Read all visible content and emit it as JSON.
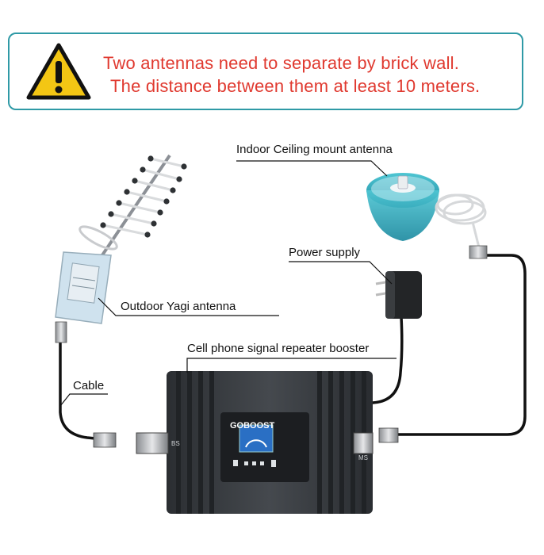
{
  "warning": {
    "line1": "Two antennas need to separate by brick wall.",
    "line2": "The distance between them at least 10 meters.",
    "icon": "warning-triangle-icon",
    "text_color": "#e0392f",
    "border_color": "#2f9aa6"
  },
  "labels": {
    "indoor_antenna": "Indoor Ceiling mount antenna",
    "power_supply": "Power supply",
    "outdoor_antenna": "Outdoor Yagi  antenna",
    "booster": "Cell phone signal repeater booster",
    "cable": "Cable"
  },
  "device": {
    "brand": "GOBOOST",
    "port_left": "BS",
    "port_right": "MS"
  }
}
